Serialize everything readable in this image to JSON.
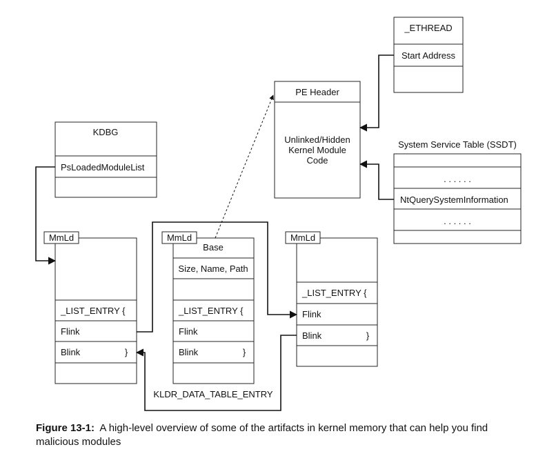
{
  "ethread": {
    "title": "_ETHREAD",
    "start_address": "Start Address"
  },
  "pe": {
    "header": "PE Header",
    "code_lines": [
      "Unlinked/Hidden",
      "Kernel Module",
      "Code"
    ]
  },
  "kdbg": {
    "title": "KDBG",
    "list": "PsLoadedModuleList"
  },
  "ssdt": {
    "title": "System Service Table (SSDT)",
    "dots": ". . . . . .",
    "entry": "NtQuerySystemInformation"
  },
  "entries": {
    "left": {
      "tag": "MmLd",
      "list_entry": "_LIST_ENTRY {",
      "flink": "Flink",
      "blink": "Blink",
      "brace": "}"
    },
    "middle": {
      "tag": "MmLd",
      "base": "Base",
      "size_name_path": "Size, Name, Path",
      "list_entry": "_LIST_ENTRY {",
      "flink": "Flink",
      "blink": "Blink",
      "brace": "}"
    },
    "right": {
      "tag": "MmLd",
      "list_entry": "_LIST_ENTRY {",
      "flink": "Flink",
      "blink": "Blink",
      "brace": "}"
    }
  },
  "kldr_label": "KLDR_DATA_TABLE_ENTRY",
  "caption": {
    "label": "Figure 13-1:",
    "text": "A high-level overview of some of the artifacts in kernel memory that can help you find malicious modules"
  }
}
